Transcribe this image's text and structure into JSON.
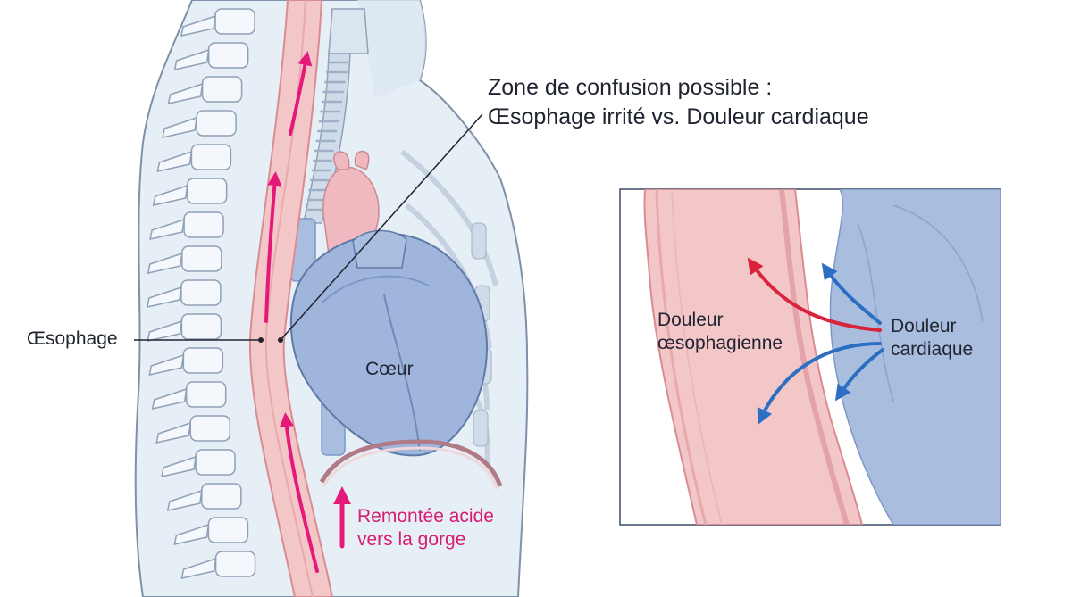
{
  "labels": {
    "zone_title_line1": "Zone de confusion possible :",
    "zone_title_line2": "Œsophage irrité vs. Douleur cardiaque",
    "oesophage": "Œsophage",
    "coeur": "Cœur",
    "acid_line1": "Remontée acide",
    "acid_line2": "vers la gorge",
    "inset_oeso_line1": "Douleur",
    "inset_oeso_line2": "œsophagienne",
    "inset_cardio_line1": "Douleur",
    "inset_cardio_line2": "cardiaque"
  },
  "colors": {
    "body_fill": "#e6eef6",
    "body_outline": "#7f91a8",
    "spine": "#f4f7fb",
    "esophagus": "#f3c6c8",
    "esophagus_edge": "#d98c92",
    "heart": "#9fb5db",
    "heart_dark": "#7d98c8",
    "aorta": "#f0b9bf",
    "acid_arrow": "#e5197a",
    "cardiac_arrow": "#2c6fc2",
    "oeso_arrow": "#d9243d"
  },
  "icons": {
    "acid_arrows": "upward-arrow",
    "inset_arrows": "curved-arrow"
  }
}
